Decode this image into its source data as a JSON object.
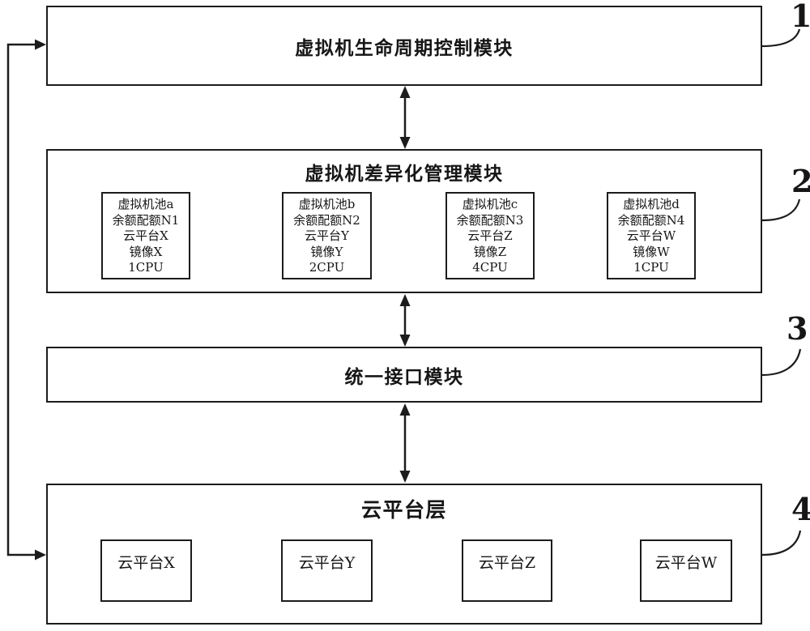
{
  "diagram": {
    "modules": {
      "lifecycle": {
        "title": "虚拟机生命周期控制模块",
        "ref": "1"
      },
      "differentiation": {
        "title": "虚拟机差异化管理模块",
        "ref": "2",
        "pools": [
          {
            "lines": [
              "虚拟机池a",
              "余额配额N1",
              "云平台X",
              "镜像X",
              "1CPU"
            ]
          },
          {
            "lines": [
              "虚拟机池b",
              "余额配额N2",
              "云平台Y",
              "镜像Y",
              "2CPU"
            ]
          },
          {
            "lines": [
              "虚拟机池c",
              "余额配额N3",
              "云平台Z",
              "镜像Z",
              "4CPU"
            ]
          },
          {
            "lines": [
              "虚拟机池d",
              "余额配额N4",
              "云平台W",
              "镜像W",
              "1CPU"
            ]
          }
        ]
      },
      "interface": {
        "title": "统一接口模块",
        "ref": "3"
      },
      "cloud": {
        "title": "云平台层",
        "ref": "4",
        "platforms": [
          "云平台X",
          "云平台Y",
          "云平台Z",
          "云平台W"
        ]
      }
    },
    "colors": {
      "line": "#1c1c1c",
      "background": "#ffffff"
    }
  }
}
